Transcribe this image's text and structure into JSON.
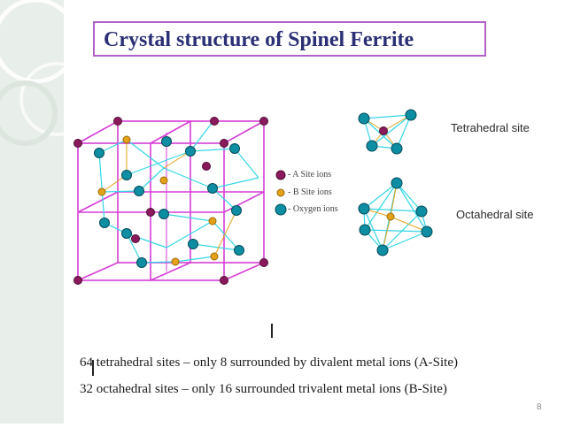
{
  "title": "Crystal structure of Spinel  Ferrite",
  "labels": {
    "tetrahedral": "Tetrahedral site",
    "octahedral": "Octahedral site"
  },
  "legend": [
    {
      "text": "- A Site ions",
      "color": "#8b1a5c"
    },
    {
      "text": "- B Site ions",
      "color": "#e3a21a"
    },
    {
      "text": "- Oxygen ions",
      "color": "#0d8ea3"
    }
  ],
  "body": {
    "line1": "64 tetrahedral sites –  only 8 surrounded by divalent metal ions (A-Site)",
    "line2": "32 octahedral sites – only 16 surrounded  trivalent metal ions (B-Site)"
  },
  "page_number": "8",
  "colors": {
    "title_border": "#b061c9",
    "title_text": "#2a2f76",
    "cube_lines": "#d63dd6",
    "bond_lines": "#33d6e6",
    "a_site": "#8b1a5c",
    "b_site": "#e3a21a",
    "oxygen": "#0d8ea3",
    "band": "#e8eee9"
  }
}
